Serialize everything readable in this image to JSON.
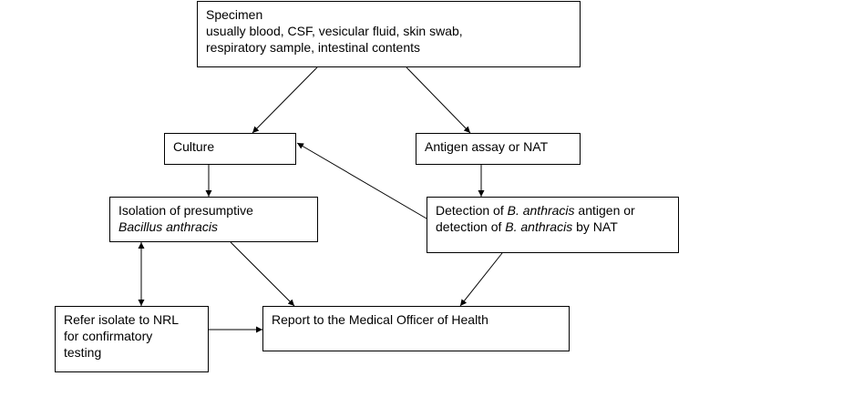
{
  "nodes": {
    "specimen": {
      "title": "Specimen",
      "line1": "usually blood, CSF, vesicular fluid, skin swab,",
      "line2": "respiratory sample, intestinal contents"
    },
    "culture": {
      "label": "Culture"
    },
    "antigen": {
      "label": "Antigen assay or NAT"
    },
    "isolation": {
      "line1": "Isolation of presumptive",
      "line2": "Bacillus anthracis"
    },
    "detection": {
      "line1_a": "Detection of ",
      "line1_b": "B. anthracis",
      "line1_c": " antigen or",
      "line2_a": "detection of ",
      "line2_b": "B. anthracis",
      "line2_c": " by NAT"
    },
    "refer": {
      "line1": "Refer isolate to NRL",
      "line2": "for confirmatory",
      "line3": "testing"
    },
    "report": {
      "label": "Report to the Medical Officer of Health"
    }
  }
}
